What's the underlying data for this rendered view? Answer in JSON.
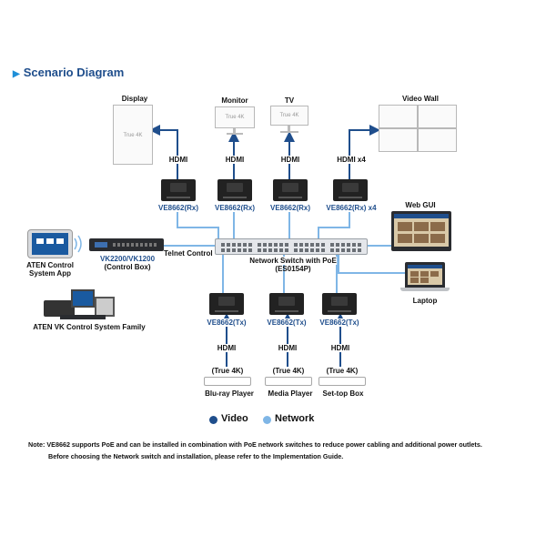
{
  "title": "Scenario Diagram",
  "displays": {
    "display": {
      "label": "Display",
      "screen_text": "True 4K"
    },
    "monitor": {
      "label": "Monitor",
      "screen_text": "True 4K"
    },
    "tv": {
      "label": "TV",
      "screen_text": "True 4K"
    },
    "video_wall": {
      "label": "Video Wall"
    }
  },
  "links": {
    "hdmi": "HDMI",
    "hdmi_x4": "HDMI x4",
    "true4k": "(True 4K)"
  },
  "receivers": [
    "VE8662(Rx)",
    "VE8662(Rx)",
    "VE8662(Rx)",
    "VE8662(Rx) x4"
  ],
  "transmitters": [
    "VE8662(Tx)",
    "VE8662(Tx)",
    "VE8662(Tx)"
  ],
  "sources": [
    "Blu-ray Player",
    "Media Player",
    "Set-top Box"
  ],
  "switch": {
    "line1": "Network Switch with PoE",
    "line2": "(ES0154P)"
  },
  "control_box": {
    "line1": "VK2200/VK1200",
    "line2": "(Control Box)"
  },
  "telnet": "Telnet Control",
  "control_app": {
    "line1": "ATEN Control",
    "line2": "System App"
  },
  "vk_family": "ATEN VK Control System Family",
  "web_gui": "Web GUI",
  "laptop": "Laptop",
  "legend": {
    "video": {
      "label": "Video",
      "color": "#1f4e8c"
    },
    "network": {
      "label": "Network",
      "color": "#7fb6e6"
    }
  },
  "note": {
    "line1": "Note: VE8662 supports PoE and can be installed in combination with PoE network switches to reduce power cabling and additional power outlets.",
    "line2": "Before choosing the Network switch and installation, please refer to the Implementation Guide."
  }
}
